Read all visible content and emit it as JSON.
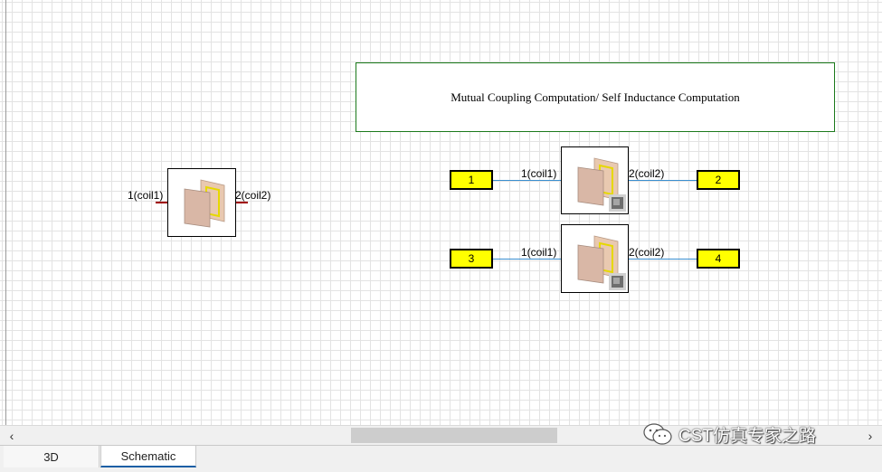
{
  "title_block": {
    "text": "Mutual Coupling Computation/ Self Inductance Computation"
  },
  "standalone_block": {
    "port_left_label": "1(coil1)",
    "port_right_label": "2(coil2)"
  },
  "blocks": [
    {
      "port_left_label": "1(coil1)",
      "port_right_label": "2(coil2)",
      "in_port": "1",
      "out_port": "2"
    },
    {
      "port_left_label": "1(coil1)",
      "port_right_label": "2(coil2)",
      "in_port": "3",
      "out_port": "4"
    }
  ],
  "scrollbar": {
    "left_arrow": "‹",
    "right_arrow": "›"
  },
  "watermark": {
    "text": "CST仿真专家之路",
    "icon": "wechat-icon"
  },
  "tabs": [
    {
      "label": "3D",
      "active": false
    },
    {
      "label": "Schematic",
      "active": true
    }
  ],
  "colors": {
    "port_fill": "#ffff00",
    "wire": "#3a8fd0",
    "pin": "#a00000",
    "title_border": "#1c7a1c",
    "active_tab_accent": "#1b5fa5"
  }
}
